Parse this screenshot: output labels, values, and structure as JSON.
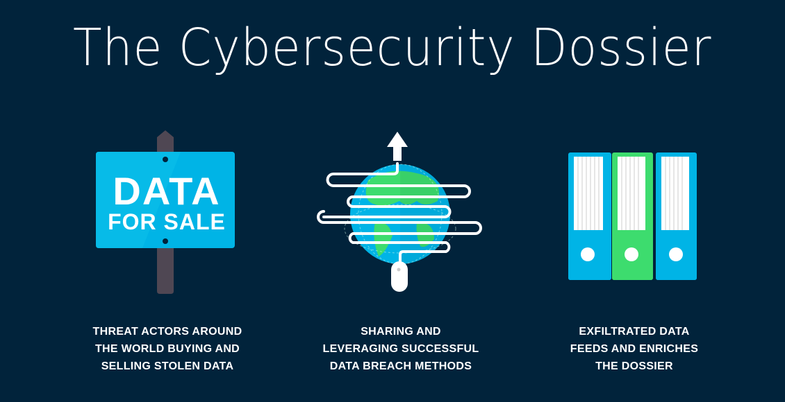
{
  "title": "The Cybersecurity Dossier",
  "panels": [
    {
      "sign_text": [
        "DATA",
        "FOR SALE"
      ],
      "caption": [
        "THREAT ACTORS AROUND",
        "THE WORLD BUYING AND",
        "SELLING STOLEN DATA"
      ],
      "icon": "for-sale-sign"
    },
    {
      "caption": [
        "SHARING AND",
        "LEVERAGING SUCCESSFUL",
        "DATA BREACH METHODS"
      ],
      "icon": "globe-with-mouse-cable"
    },
    {
      "caption": [
        "EXFILTRATED DATA",
        "FEEDS AND ENRICHES",
        "THE DOSSIER"
      ],
      "icon": "binders"
    }
  ],
  "colors": {
    "background": "#01233b",
    "blue": "#00b4e6",
    "green": "#3ddc6e",
    "post": "#4f4753"
  }
}
